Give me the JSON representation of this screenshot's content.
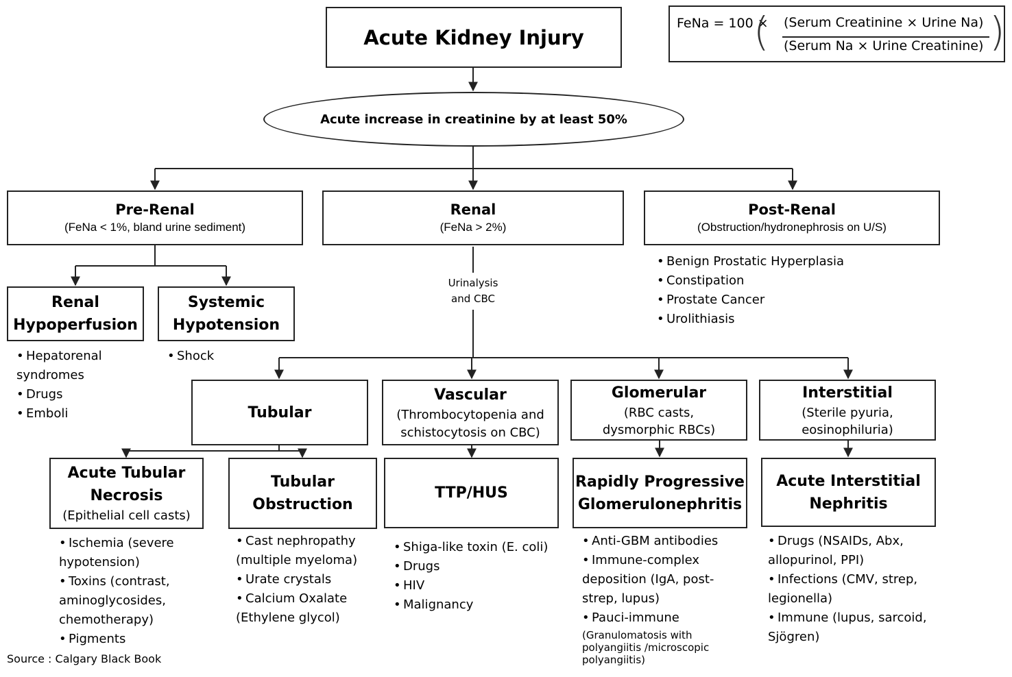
{
  "title": "Acute Kidney Injury",
  "criterion": "Acute increase in creatinine by at least 50%",
  "formula": {
    "lhs": "FeNa = 100 ×",
    "numerator": "(Serum Creatinine × Urine Na)",
    "denominator": "(Serum Na × Urine Creatinine)"
  },
  "prerenal": {
    "title": "Pre-Renal",
    "sub": "(FeNa < 1%, bland urine sediment)",
    "hypoperfusion": {
      "line1": "Renal",
      "line2": "Hypoperfusion",
      "items": [
        "Hepatorenal",
        "syndromes",
        "Drugs",
        "Emboli"
      ]
    },
    "hypotension": {
      "line1": "Systemic",
      "line2": "Hypotension",
      "items": [
        "Shock"
      ]
    }
  },
  "renal": {
    "title": "Renal",
    "sub": "(FeNa > 2%)",
    "edge_label": [
      "Urinalysis",
      "and CBC"
    ]
  },
  "postrenal": {
    "title": "Post-Renal",
    "sub": "(Obstruction/hydronephrosis on U/S)",
    "items": [
      "Benign Prostatic Hyperplasia",
      "Constipation",
      "Prostate Cancer",
      "Urolithiasis"
    ]
  },
  "tubular": {
    "title": "Tubular",
    "atn": {
      "line1": "Acute Tubular",
      "line2": "Necrosis",
      "sub": "(Epithelial cell casts)",
      "items": [
        "Ischemia (severe",
        "hypotension)",
        "Toxins (contrast,",
        "aminoglycosides,",
        "chemotherapy)",
        "Pigments"
      ]
    },
    "obstruction": {
      "line1": "Tubular",
      "line2": "Obstruction",
      "items": [
        "Cast nephropathy",
        "(multiple myeloma)",
        "Urate crystals",
        "Calcium Oxalate",
        "(Ethylene glycol)"
      ]
    }
  },
  "vascular": {
    "title": "Vascular",
    "sub1": "(Thrombocytopenia and",
    "sub2": "schistocytosis on CBC)",
    "child": "TTP/HUS",
    "items": [
      "Shiga-like toxin (E. coli)",
      "Drugs",
      "HIV",
      "Malignancy"
    ]
  },
  "glomerular": {
    "title": "Glomerular",
    "sub1": "(RBC casts,",
    "sub2": "dysmorphic RBCs)",
    "child1": "Rapidly Progressive",
    "child2": "Glomerulonephritis",
    "items": [
      "Anti-GBM antibodies",
      "Immune-complex",
      "deposition (IgA, post-",
      "strep, lupus)",
      "Pauci-immune"
    ],
    "note": [
      "(Granulomatosis with",
      "polyangiitis /microscopic",
      "polyangiitis)"
    ]
  },
  "interstitial": {
    "title": "Interstitial",
    "sub1": "(Sterile pyuria,",
    "sub2": "eosinophiluria)",
    "child1": "Acute Interstitial",
    "child2": "Nephritis",
    "items": [
      "Drugs (NSAIDs, Abx,",
      "allopurinol, PPI)",
      "Infections (CMV, strep,",
      "legionella)",
      "Immune (lupus, sarcoid,",
      "Sjögren)"
    ]
  },
  "source": "Source : Calgary Black Book"
}
